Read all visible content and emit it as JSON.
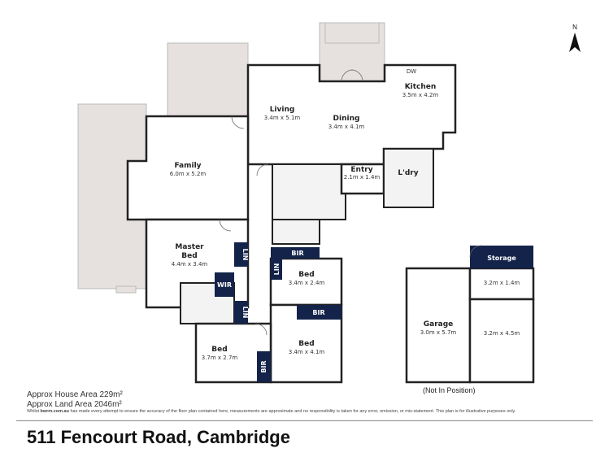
{
  "rooms": {
    "living": {
      "name": "Living",
      "size": "3.4m x 5.1m"
    },
    "dining": {
      "name": "Dining",
      "size": "3.4m x 4.1m"
    },
    "kitchen": {
      "name": "Kitchen",
      "size": "3.5m x 4.2m",
      "dw": "DW"
    },
    "family": {
      "name": "Family",
      "size": "6.0m x 5.2m"
    },
    "entry": {
      "name": "Entry",
      "size": "2.1m x 1.4m"
    },
    "laundry": {
      "name": "L'dry"
    },
    "master": {
      "name": "Master",
      "name2": "Bed",
      "size": "4.4m x 3.4m"
    },
    "bed2": {
      "name": "Bed",
      "size": "3.4m x 2.4m"
    },
    "bed3": {
      "name": "Bed",
      "size": "3.4m x 4.1m"
    },
    "bed4": {
      "name": "Bed",
      "size": "3.7m x 2.7m"
    },
    "garage": {
      "name": "Garage",
      "size": "3.0m x 5.7m"
    },
    "storage": {
      "name": "Storage"
    },
    "shed1": {
      "size": "3.2m x 1.4m"
    },
    "shed2": {
      "size": "3.2m x 4.5m"
    }
  },
  "closets": {
    "lin": "LIN",
    "wir": "WIR",
    "bir": "BIR"
  },
  "compass": "N",
  "not_in_position": "(Not In Position)",
  "house_area": "Approx House Area 229m²",
  "land_area": "Approx Land Area 2046m²",
  "disclaimer_pre": "Whilst ",
  "disclaimer_brand": "bwrm.com.au",
  "disclaimer_post": " has made every attempt to ensure the accuracy of the floor plan contained here, measurements are approximate and no responsibility is taken for any error, omission, or mis-statement. This plan is for illustrative purposes only.",
  "address": "511 Fencourt Road, Cambridge",
  "colors": {
    "closet": "#14234a",
    "deck": "#e6e1df"
  }
}
